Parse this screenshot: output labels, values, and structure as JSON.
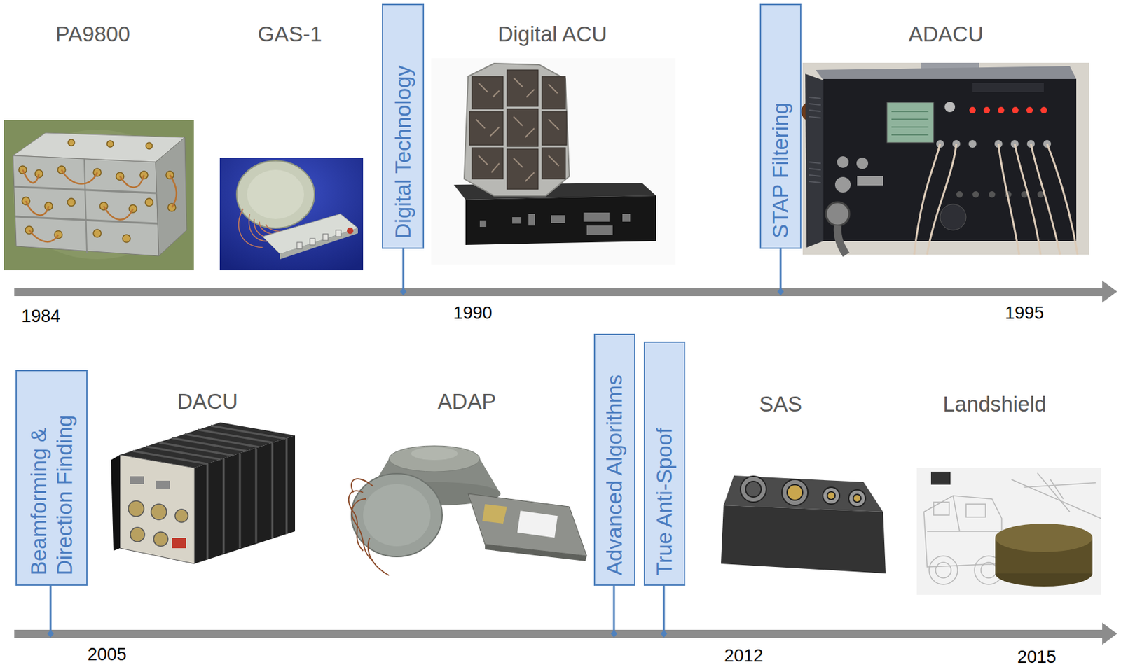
{
  "diagram": {
    "nodes": [
      {
        "text": [
          "Digital Technology"
        ]
      },
      {
        "text": [
          "STAP Filtering"
        ]
      },
      {
        "text": [
          "Beamforming & Direction Finding"
        ]
      },
      {
        "text": [
          "Advanced Algorithms"
        ]
      },
      {
        "text": [
          "True Anti-Spoof"
        ]
      }
    ],
    "labels": [
      "PA9800",
      "GAS-1",
      "Digital ACU",
      "ADACU",
      "1984",
      "1990",
      "1995",
      "DACU",
      "ADAP",
      "SAS",
      "Landshield",
      "2005",
      "2012",
      "2015"
    ]
  }
}
